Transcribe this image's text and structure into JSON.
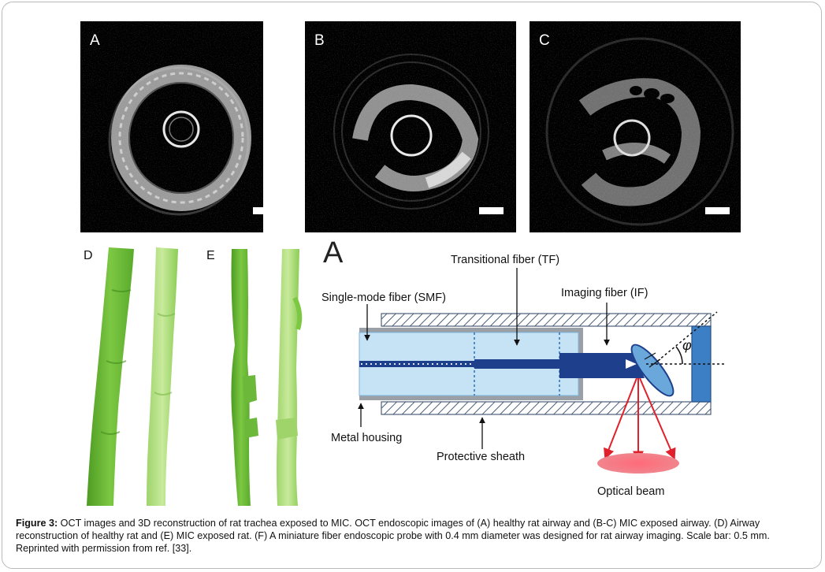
{
  "panels": {
    "a_label": "A",
    "b_label": "B",
    "c_label": "C",
    "d_label": "D",
    "e_label": "E"
  },
  "diagram": {
    "letter": "A",
    "transitional_fiber": "Transitional fiber (TF)",
    "single_mode_fiber": "Single-mode fiber (SMF)",
    "imaging_fiber": "Imaging fiber (IF)",
    "metal_housing": "Metal housing",
    "protective_sheath": "Protective sheath",
    "optical_beam": "Optical beam",
    "angle_symbol": "φ"
  },
  "caption": {
    "label": "Figure 3:",
    "text": " OCT images and 3D reconstruction of rat trachea exposed to MIC. OCT endoscopic images of (A) healthy rat airway and (B-C) MIC exposed airway. (D) Airway reconstruction of healthy rat and (E) MIC exposed rat. (F) A miniature fiber endoscopic probe with 0.4 mm diameter was designed for rat airway imaging. Scale bar: 0.5 mm. Reprinted with permission from ref. [33]."
  },
  "colors": {
    "tissue_green": "#7cc843",
    "probe_blue": "#c6e3f6",
    "fiber_navy": "#1e3f8c",
    "beam_red": "#e0202a"
  }
}
